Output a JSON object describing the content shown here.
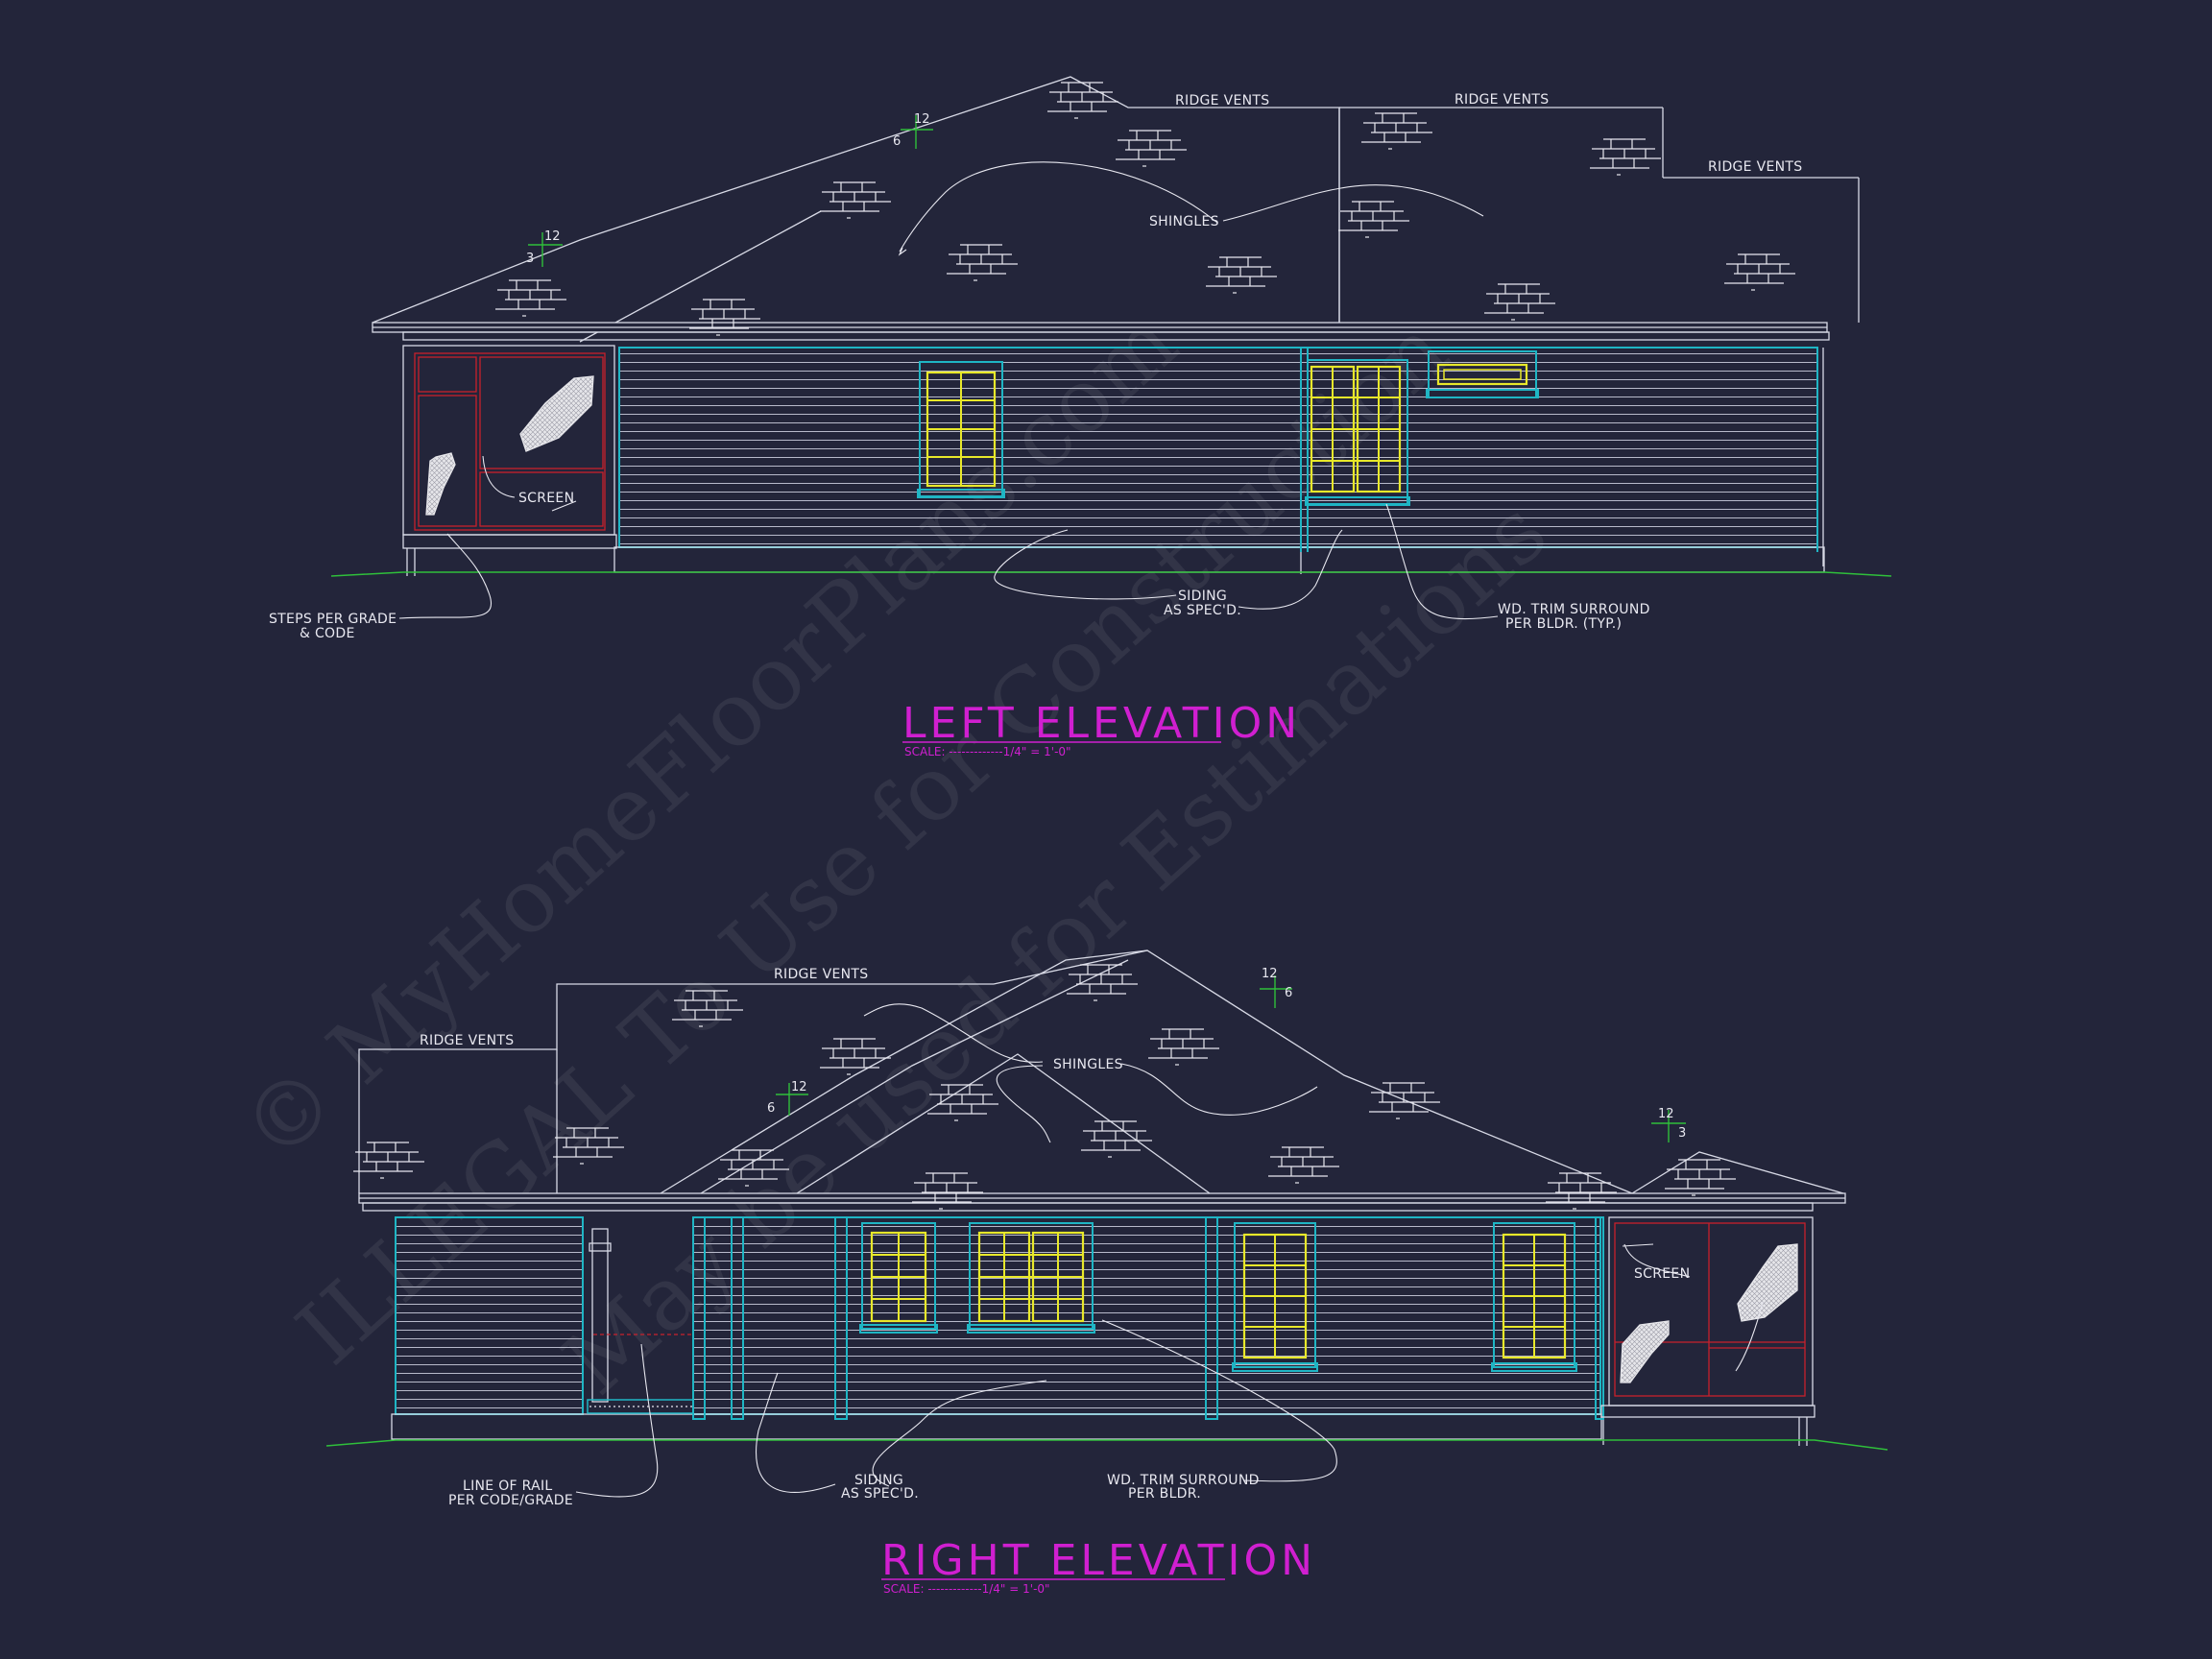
{
  "left_elevation": {
    "title": "LEFT ELEVATION",
    "scale": "SCALE: -------------1/4\" = 1'-0\"",
    "notes": {
      "ridge_vents": [
        "RIDGE VENTS",
        "RIDGE VENTS",
        "RIDGE VENTS"
      ],
      "shingles": "SHINGLES",
      "screen": "SCREEN",
      "steps": [
        "STEPS PER GRADE",
        "& CODE"
      ],
      "siding": [
        "SIDING",
        "AS SPEC'D."
      ],
      "trim": [
        "WD. TRIM SURROUND",
        "PER BLDR. (TYP.)"
      ]
    },
    "pitch_marks": [
      {
        "rise": "6",
        "run": "12"
      },
      {
        "rise": "3",
        "run": "12"
      }
    ]
  },
  "right_elevation": {
    "title": "RIGHT ELEVATION",
    "scale": "SCALE: -------------1/4\" = 1'-0\"",
    "notes": {
      "ridge_vents": [
        "RIDGE VENTS",
        "RIDGE VENTS"
      ],
      "shingles": "SHINGLES",
      "screen": "SCREEN",
      "rail": [
        "LINE OF RAIL",
        "PER CODE/GRADE"
      ],
      "siding": [
        "SIDING",
        "AS SPEC'D."
      ],
      "trim": [
        "WD. TRIM SURROUND",
        "PER BLDR."
      ]
    },
    "pitch_marks": [
      {
        "rise": "6",
        "run": "12"
      },
      {
        "rise": "6",
        "run": "12"
      },
      {
        "rise": "3",
        "run": "12"
      }
    ]
  },
  "watermark": [
    "© MyHomeFloorPlans.com",
    "ILLEGAL To Use for Construction",
    "May be used for Estimations"
  ],
  "colors": {
    "background": "#23253a",
    "linework": "#d8dae6",
    "trim": "#1fb5c4",
    "window": "#e8e82a",
    "screen_frame": "#c8202c",
    "grade": "#2fbf3a",
    "title": "#d01fd0"
  }
}
